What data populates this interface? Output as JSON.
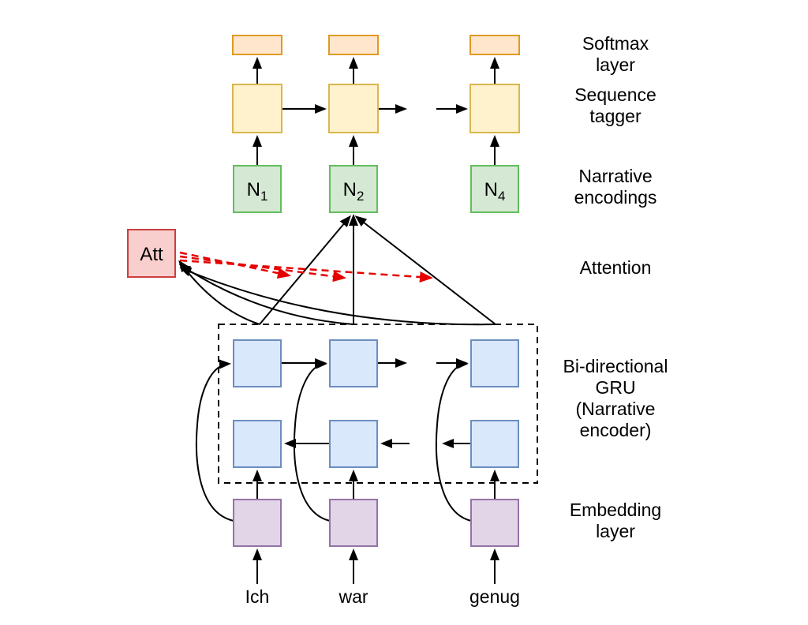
{
  "palette": {
    "orange_fill": "#FFE6CC",
    "orange_stroke": "#E09A21",
    "yellow_fill": "#FFF2CC",
    "yellow_stroke": "#D9B64F",
    "green_fill": "#D5E8D4",
    "green_stroke": "#63BE5C",
    "blue_fill": "#DAE8FC",
    "blue_stroke": "#6C8EBF",
    "purple_fill": "#E1D5E7",
    "purple_stroke": "#9673A6",
    "red_fill": "#F9CFCE",
    "red_stroke": "#C9403E",
    "attention_arrow": "#E60000",
    "line": "#000000"
  },
  "nodes": {
    "attention_label": "Att",
    "narrative_encodings": [
      {
        "base": "N",
        "sub": "1"
      },
      {
        "base": "N",
        "sub": "2"
      },
      {
        "base": "N",
        "sub": "4"
      }
    ],
    "input_words": [
      "Ich",
      "war",
      "genug"
    ]
  },
  "layer_labels": {
    "softmax": [
      "Softmax",
      "layer"
    ],
    "tagger": [
      "Sequence",
      "tagger"
    ],
    "encodings": [
      "Narrative",
      "encodings"
    ],
    "attention": "Attention",
    "gru": [
      "Bi-directional",
      "GRU",
      "(Narrative",
      "encoder)"
    ],
    "embedding": [
      "Embedding",
      "layer"
    ]
  }
}
